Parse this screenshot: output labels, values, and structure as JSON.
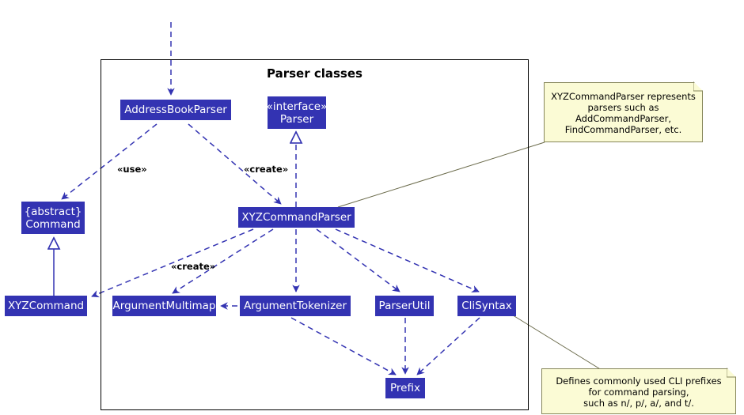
{
  "diagram": {
    "frame": {
      "title": "Parser classes"
    },
    "classes": [
      {
        "id": "AddressBookParser",
        "label": "AddressBookParser"
      },
      {
        "id": "Parser",
        "stereotype": "«interface»",
        "label": "Parser"
      },
      {
        "id": "Command",
        "stereotype": "{abstract}",
        "label": "Command"
      },
      {
        "id": "XYZCommandParser",
        "label": "XYZCommandParser"
      },
      {
        "id": "XYZCommand",
        "label": "XYZCommand"
      },
      {
        "id": "ArgumentMultimap",
        "label": "ArgumentMultimap"
      },
      {
        "id": "ArgumentTokenizer",
        "label": "ArgumentTokenizer"
      },
      {
        "id": "ParserUtil",
        "label": "ParserUtil"
      },
      {
        "id": "CliSyntax",
        "label": "CliSyntax"
      },
      {
        "id": "Prefix",
        "label": "Prefix"
      }
    ],
    "edge_labels": {
      "use": "«use»",
      "create_parser": "«create»",
      "create_multimap": "«create»"
    },
    "notes": [
      {
        "id": "note-xyzcommandparser",
        "text": "XYZCommandParser represents\nparsers such as\nAddCommandParser,\nFindCommandParser, etc."
      },
      {
        "id": "note-clisyntax",
        "text": "Defines commonly used CLI prefixes\nfor command parsing,\nsuch as n/, p/, a/, and t/."
      }
    ],
    "colors": {
      "class_fill": "#3333b2",
      "class_text": "#ffffff",
      "note_fill": "#fbfbd5",
      "note_border": "#86865a",
      "arrow": "#3333b2",
      "frame_border": "#000000",
      "note_link": "#6a6a4a"
    }
  }
}
